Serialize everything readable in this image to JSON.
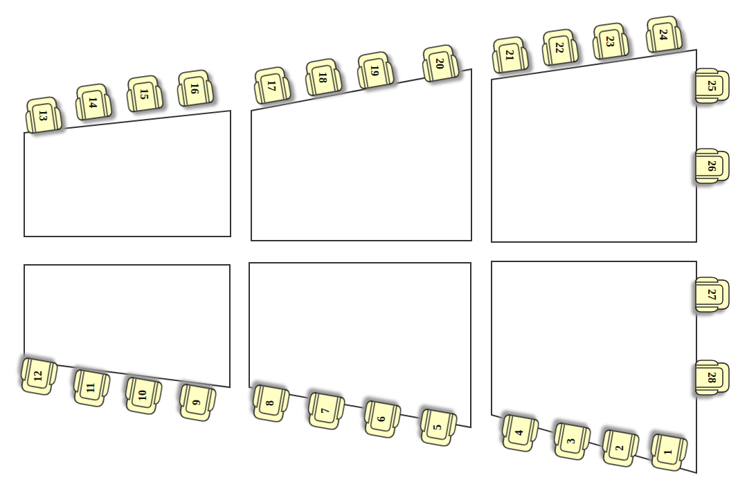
{
  "diagram": {
    "nodes": [
      {
        "text": [
          "13"
        ]
      },
      {
        "text": [
          "14"
        ]
      },
      {
        "text": [
          "15"
        ]
      },
      {
        "text": [
          "16"
        ]
      },
      {
        "text": [
          "17"
        ]
      },
      {
        "text": [
          "18"
        ]
      },
      {
        "text": [
          "19"
        ]
      },
      {
        "text": [
          "20"
        ]
      },
      {
        "text": [
          "21"
        ]
      },
      {
        "text": [
          "22"
        ]
      },
      {
        "text": [
          "23"
        ]
      },
      {
        "text": [
          "24"
        ]
      },
      {
        "text": [
          "25"
        ]
      },
      {
        "text": [
          "26"
        ]
      },
      {
        "text": [
          "27"
        ]
      },
      {
        "text": [
          "12"
        ]
      },
      {
        "text": [
          "11"
        ]
      },
      {
        "text": [
          "10"
        ]
      },
      {
        "text": [
          "9"
        ]
      },
      {
        "text": [
          "8"
        ]
      },
      {
        "text": [
          "7"
        ]
      },
      {
        "text": [
          "6"
        ]
      },
      {
        "text": [
          "5"
        ]
      },
      {
        "text": [
          "4"
        ]
      },
      {
        "text": [
          "3"
        ]
      },
      {
        "text": [
          "2"
        ]
      },
      {
        "text": [
          "1"
        ]
      },
      {
        "text": [
          "28"
        ]
      }
    ]
  }
}
